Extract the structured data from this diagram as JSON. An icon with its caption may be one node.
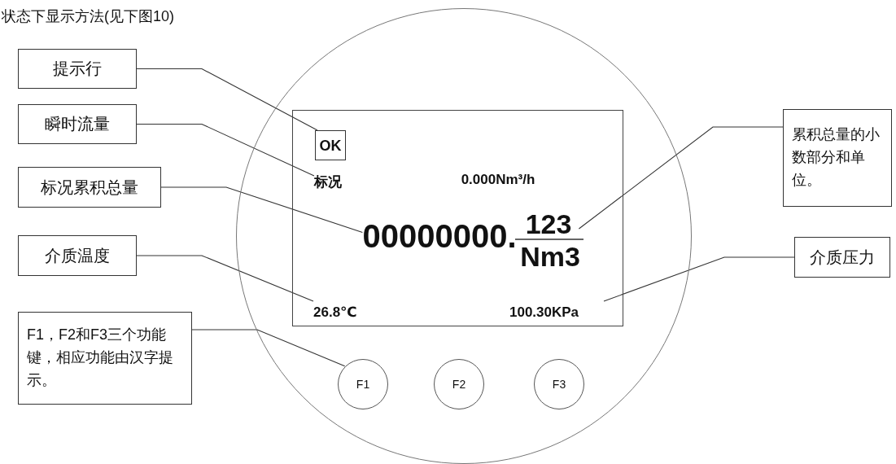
{
  "diagram": {
    "title": "状态下显示方法(见下图10)",
    "nodes": [
      {
        "text": [
          "提示行"
        ]
      },
      {
        "text": [
          "瞬时流量"
        ]
      },
      {
        "text": [
          "标况累积总量"
        ]
      },
      {
        "text": [
          "介质温度"
        ]
      },
      {
        "text": [
          "F1，F2和F3三个功能键，相应功能由汉字提示。"
        ]
      },
      {
        "text": [
          "累积总量的小数部分和单位。"
        ]
      },
      {
        "text": [
          "介质压力"
        ]
      },
      {
        "text": [],
        "shape": "circle"
      },
      {
        "text": [],
        "shape": "box",
        "in": 7
      },
      {
        "text": [
          "OK"
        ],
        "in": 8
      },
      {
        "text": [
          "标况"
        ],
        "in": 8
      },
      {
        "text": [
          "00000000."
        ],
        "in": 8
      },
      {
        "text": [
          "123"
        ],
        "in": 8
      },
      {
        "text": [
          "26.8℃"
        ],
        "in": 8
      },
      {
        "text": [
          "100.30KPa"
        ],
        "in": 8
      },
      {
        "text": [
          "F1"
        ],
        "in": 7
      },
      {
        "text": [
          "F2"
        ],
        "in": 7
      },
      {
        "text": [
          "F3"
        ],
        "in": 7
      }
    ],
    "edges": [
      {
        "from": 0,
        "to": 9,
        "arrow": "none"
      },
      {
        "from": 1,
        "to": 10,
        "arrow": "none"
      },
      {
        "from": 2,
        "to": 11,
        "arrow": "none"
      },
      {
        "from": 3,
        "to": 13,
        "arrow": "none"
      },
      {
        "from": 4,
        "to": 15,
        "arrow": "none"
      },
      {
        "from": 5,
        "to": 12,
        "arrow": "none"
      },
      {
        "from": 6,
        "to": 14,
        "arrow": "none"
      }
    ],
    "labels": [
      "0.000Nm³/h",
      "Nm3"
    ]
  }
}
